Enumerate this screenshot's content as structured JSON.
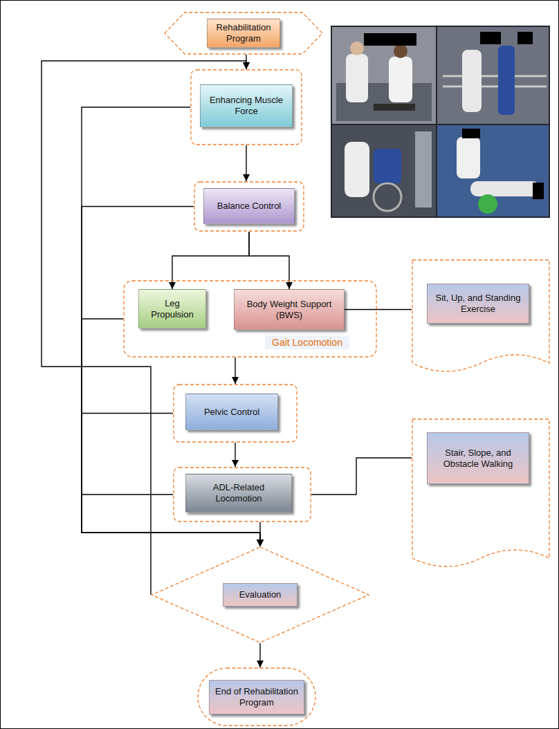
{
  "diagram": {
    "nodes": [
      {
        "text": [
          "Rehabilitation Program"
        ]
      },
      {
        "text": [
          "Enhancing Muscle Force"
        ]
      },
      {
        "text": [
          "Balance Control"
        ]
      },
      {
        "text": [
          "Gait Locomotion"
        ]
      },
      {
        "text": [
          "Leg Propulsion"
        ],
        "in": 3
      },
      {
        "text": [
          "Body Weight Support (BWS)"
        ],
        "in": 3
      },
      {
        "text": [
          "Sit, Up, and Standing Exercise"
        ]
      },
      {
        "text": [
          "Pelvic Control"
        ]
      },
      {
        "text": [
          "ADL-Related Locomotion"
        ]
      },
      {
        "text": [
          "Stair, Slope, and Obstacle Walking"
        ]
      },
      {
        "text": [
          "Evaluation"
        ]
      },
      {
        "text": [
          "End of Rehabilitation Program"
        ]
      }
    ],
    "edges": [
      {
        "from": 0,
        "to": 1,
        "arrow": "to"
      },
      {
        "from": 1,
        "to": 2,
        "arrow": "to"
      },
      {
        "from": 2,
        "to": 4,
        "arrow": "to"
      },
      {
        "from": 2,
        "to": 5,
        "arrow": "to"
      },
      {
        "from": 5,
        "to": 6,
        "arrow": "none"
      },
      {
        "from": 3,
        "to": 7,
        "arrow": "to"
      },
      {
        "from": 7,
        "to": 8,
        "arrow": "to"
      },
      {
        "from": 8,
        "to": 10,
        "arrow": "to"
      },
      {
        "from": 8,
        "to": 9,
        "arrow": "none"
      },
      {
        "from": 10,
        "to": 11,
        "arrow": "to"
      },
      {
        "from": 10,
        "to": 1,
        "arrow": "to"
      },
      {
        "from": 1,
        "to": 10,
        "arrow": "to"
      },
      {
        "from": 2,
        "to": 10,
        "arrow": "to"
      },
      {
        "from": 3,
        "to": 10,
        "arrow": "to"
      },
      {
        "from": 7,
        "to": 10,
        "arrow": "to"
      },
      {
        "from": 8,
        "to": 10,
        "arrow": "to"
      }
    ]
  }
}
